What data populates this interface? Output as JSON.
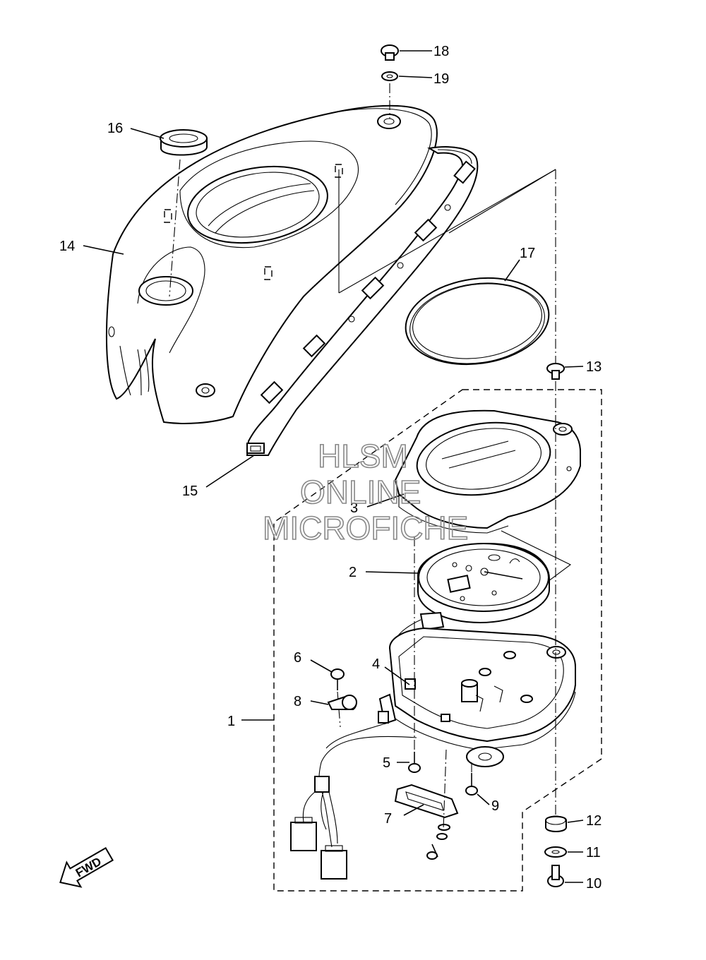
{
  "watermark": {
    "line1": "HLSM",
    "line2": "ONLINE",
    "line3": "MICROFICHE"
  },
  "fwd_label": "FWD",
  "callouts": [
    {
      "id": "1",
      "text": "1"
    },
    {
      "id": "2",
      "text": "2"
    },
    {
      "id": "3",
      "text": "3"
    },
    {
      "id": "4",
      "text": "4"
    },
    {
      "id": "5",
      "text": "5"
    },
    {
      "id": "6",
      "text": "6"
    },
    {
      "id": "7",
      "text": "7"
    },
    {
      "id": "8",
      "text": "8"
    },
    {
      "id": "9",
      "text": "9"
    },
    {
      "id": "10",
      "text": "10"
    },
    {
      "id": "11",
      "text": "11"
    },
    {
      "id": "12",
      "text": "12"
    },
    {
      "id": "13",
      "text": "13"
    },
    {
      "id": "14",
      "text": "14"
    },
    {
      "id": "15",
      "text": "15"
    },
    {
      "id": "16",
      "text": "16"
    },
    {
      "id": "17",
      "text": "17"
    },
    {
      "id": "18",
      "text": "18"
    },
    {
      "id": "19",
      "text": "19"
    }
  ]
}
